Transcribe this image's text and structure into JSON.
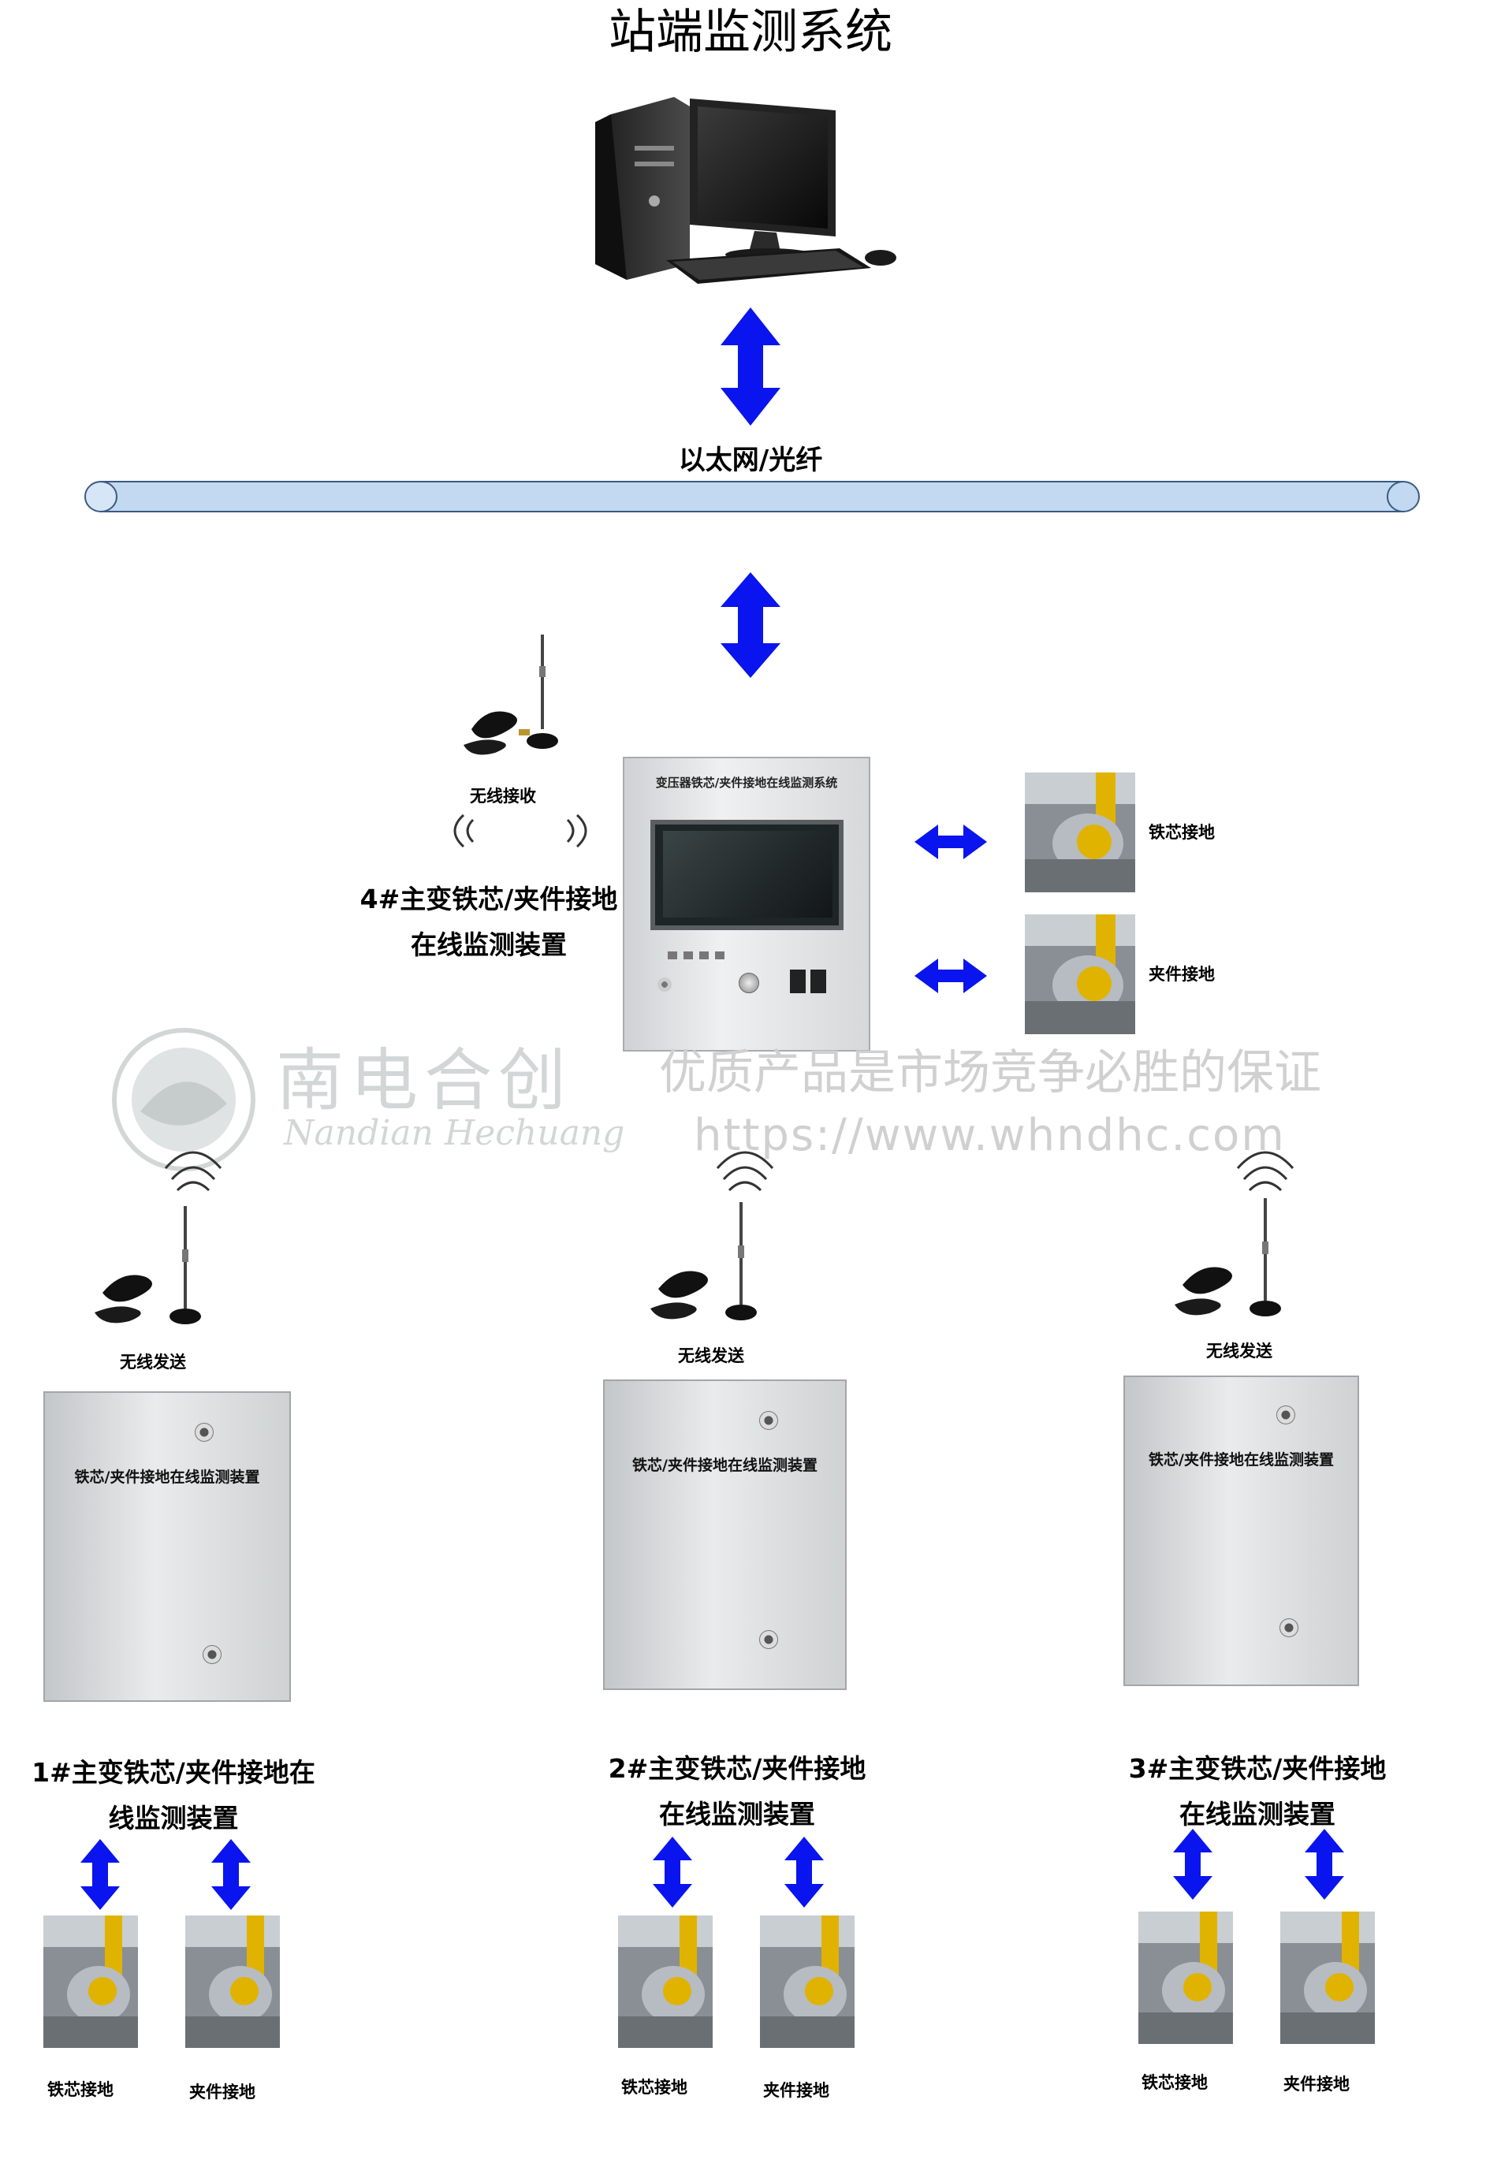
{
  "title": "站端监测系统",
  "network_label": "以太网/光纤",
  "central_unit": {
    "panel_title": "变压器铁芯/夹件接地在线监测系统",
    "label_line1": "4#主变铁芯/夹件接地",
    "label_line2": "在线监测装置",
    "wireless_label": "无线接收",
    "sensors": [
      "铁芯接地",
      "夹件接地"
    ]
  },
  "watermark": {
    "brand_cn": "南电合创",
    "brand_en": "Nandian Hechuang",
    "slogan": "优质产品是市场竞争必胜的保证",
    "url": "https://www.whndhc.com"
  },
  "field_units": [
    {
      "wireless_label": "无线发送",
      "box_label": "铁芯/夹件接地在线监测装置",
      "label_line1": "1#主变铁芯/夹件接地在",
      "label_line2": "线监测装置",
      "sensors": [
        "铁芯接地",
        "夹件接地"
      ]
    },
    {
      "wireless_label": "无线发送",
      "box_label": "铁芯/夹件接地在线监测装置",
      "label_line1": "2#主变铁芯/夹件接地",
      "label_line2": "在线监测装置",
      "sensors": [
        "铁芯接地",
        "夹件接地"
      ]
    },
    {
      "wireless_label": "无线发送",
      "box_label": "铁芯/夹件接地在线监测装置",
      "label_line1": "3#主变铁芯/夹件接地",
      "label_line2": "在线监测装置",
      "sensors": [
        "铁芯接地",
        "夹件接地"
      ]
    }
  ],
  "colors": {
    "arrow": "#0a14ee",
    "bus_fill": "#c2d9f1",
    "bus_stroke": "#3a5a80",
    "watermark": "#d3d6d6"
  }
}
